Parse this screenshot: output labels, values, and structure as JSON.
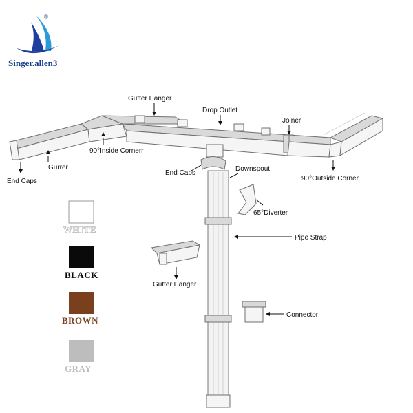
{
  "logo": {
    "brand": "Singer.allen3",
    "mark": "®"
  },
  "labels": {
    "gutter_hanger_top": "Gutter Hanger",
    "drop_outlet": "Drop Outlet",
    "joiner": "Joiner",
    "end_caps_left": "End Caps",
    "gurrer": "Gurrer",
    "inside_corner": "90°Inside Cornerr",
    "end_caps_center": "End Caps",
    "downspout": "Downspout",
    "outside_corner": "90°Outside Corner",
    "diverter": "65°Diverter",
    "pipe_strap": "Pipe Strap",
    "gutter_hanger_bottom": "Gutter Hanger",
    "connector": "Connector"
  },
  "swatches": [
    {
      "name": "WHITE",
      "color": "#ffffff",
      "text_color": "#ffffff"
    },
    {
      "name": "BLACK",
      "color": "#0a0a0a",
      "text_color": "#0a0a0a"
    },
    {
      "name": "BROWN",
      "color": "#7a3f1c",
      "text_color": "#7a3f1c"
    },
    {
      "name": "GRAY",
      "color": "#bdbdbd",
      "text_color": "#bdbdbd"
    }
  ]
}
